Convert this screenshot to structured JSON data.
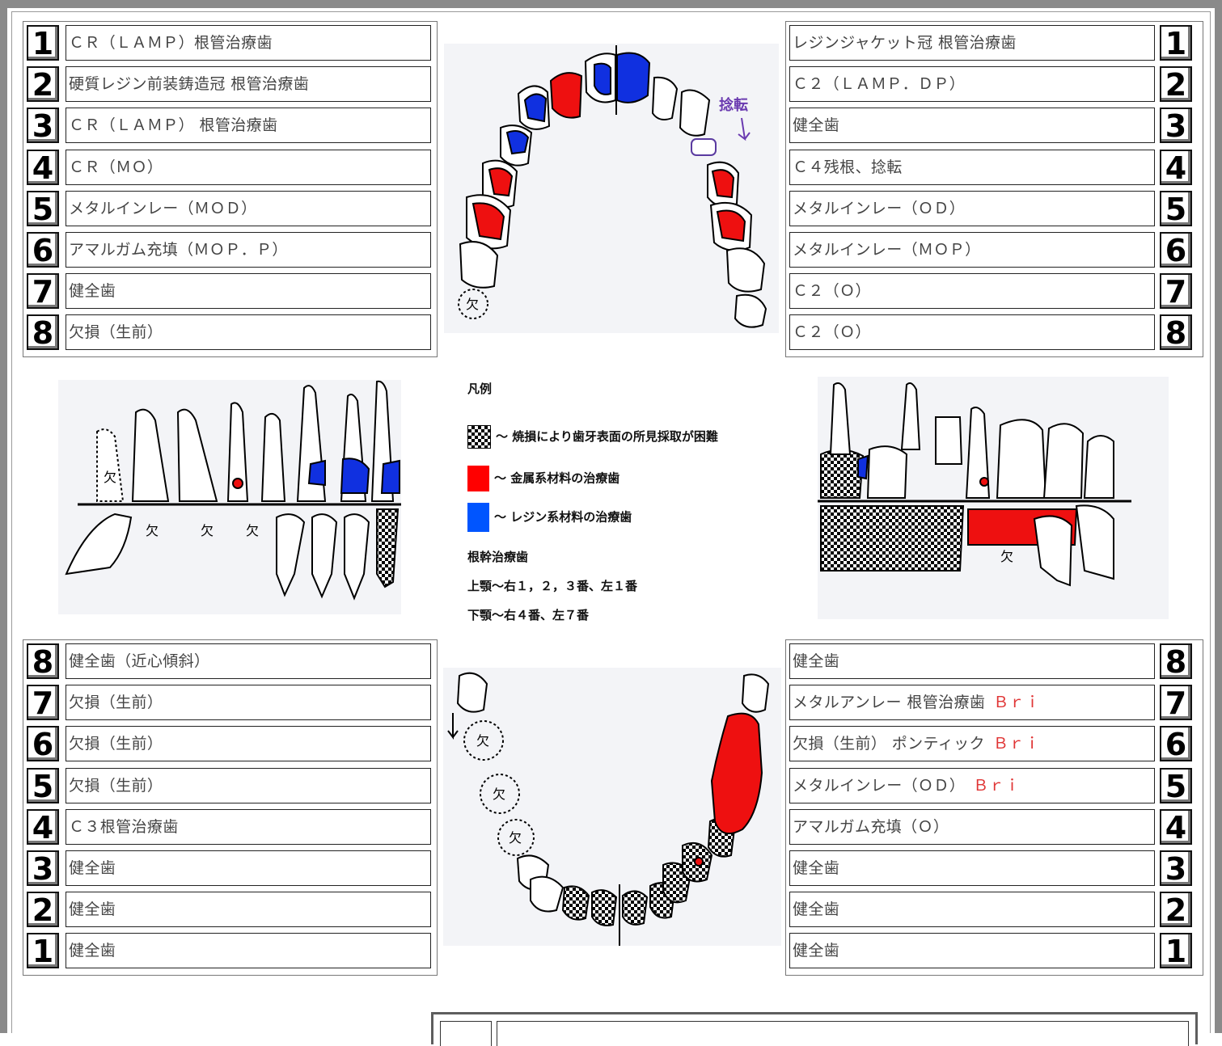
{
  "upper_right_table": [
    {
      "num": "1",
      "text": "ＣＲ（ＬＡＭＰ）根管治療歯"
    },
    {
      "num": "2",
      "text": "硬質レジン前装鋳造冠 根管治療歯"
    },
    {
      "num": "3",
      "text": "ＣＲ（ＬＡＭＰ） 根管治療歯"
    },
    {
      "num": "4",
      "text": "ＣＲ（ＭＯ）"
    },
    {
      "num": "5",
      "text": "メタルインレー（ＭＯＤ）"
    },
    {
      "num": "6",
      "text": "アマルガム充填（ＭＯＰ．Ｐ）"
    },
    {
      "num": "7",
      "text": "健全歯"
    },
    {
      "num": "8",
      "text": "欠損（生前）"
    }
  ],
  "upper_left_table": [
    {
      "num": "1",
      "text": "レジンジャケット冠 根管治療歯"
    },
    {
      "num": "2",
      "text": "Ｃ２（ＬＡＭＰ．ＤＰ）"
    },
    {
      "num": "3",
      "text": "健全歯"
    },
    {
      "num": "4",
      "text": "Ｃ４残根、捻転"
    },
    {
      "num": "5",
      "text": "メタルインレー（ＯＤ）"
    },
    {
      "num": "6",
      "text": "メタルインレー（ＭＯＰ）"
    },
    {
      "num": "7",
      "text": "Ｃ２（Ｏ）"
    },
    {
      "num": "8",
      "text": "Ｃ２（Ｏ）"
    }
  ],
  "lower_right_table": [
    {
      "num": "8",
      "text": "健全歯（近心傾斜）"
    },
    {
      "num": "7",
      "text": "欠損（生前）"
    },
    {
      "num": "6",
      "text": "欠損（生前）"
    },
    {
      "num": "5",
      "text": "欠損（生前）"
    },
    {
      "num": "4",
      "text": "Ｃ３根管治療歯"
    },
    {
      "num": "3",
      "text": "健全歯"
    },
    {
      "num": "2",
      "text": "健全歯"
    },
    {
      "num": "1",
      "text": "健全歯"
    }
  ],
  "lower_left_table": [
    {
      "num": "8",
      "text": "健全歯",
      "bri": ""
    },
    {
      "num": "7",
      "text": "メタルアンレー 根管治療歯",
      "bri": "Ｂｒｉ"
    },
    {
      "num": "6",
      "text": "欠損（生前） ポンティック",
      "bri": "Ｂｒｉ"
    },
    {
      "num": "5",
      "text": "メタルインレー（ＯＤ）",
      "bri": "Ｂｒｉ"
    },
    {
      "num": "4",
      "text": "アマルガム充填（Ｏ）",
      "bri": ""
    },
    {
      "num": "3",
      "text": "健全歯",
      "bri": ""
    },
    {
      "num": "2",
      "text": "健全歯",
      "bri": ""
    },
    {
      "num": "1",
      "text": "健全歯",
      "bri": ""
    }
  ],
  "diagram_labels": {
    "rotation": "捻転",
    "missing": "欠"
  },
  "legend": {
    "title": "凡例",
    "burned": "～ 焼損により歯牙表面の所見採取が困難",
    "metal": "～ 金属系材料の治療歯",
    "resin": "～ レジン系材料の治療歯",
    "root_title": "根幹治療歯",
    "upper": "上顎～右１，２，３番、左１番",
    "lower": "下顎～右４番、左７番"
  },
  "colors": {
    "metal": "#ff0000",
    "resin": "#0055ff",
    "bri": "#e03535"
  }
}
